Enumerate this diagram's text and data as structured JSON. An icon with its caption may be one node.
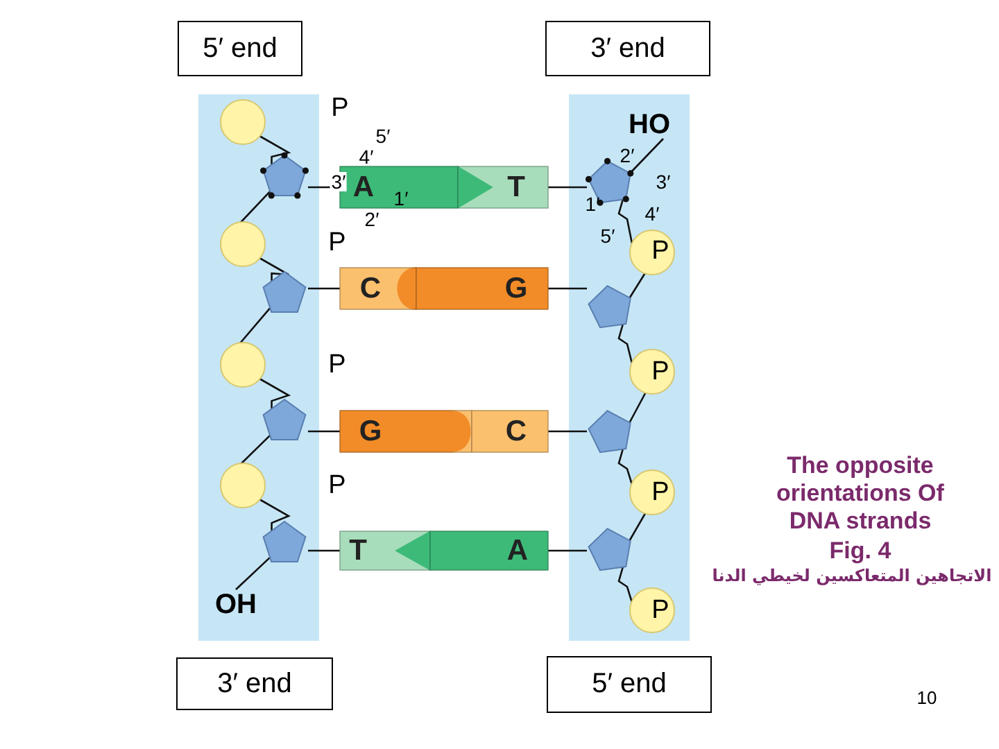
{
  "diagram": {
    "title": "The opposite orientations Of DNA strands",
    "nodes": [
      {
        "text": [
          "5′ end"
        ]
      },
      {
        "text": [
          "3′ end"
        ]
      },
      {
        "text": [
          "A"
        ]
      },
      {
        "text": [
          "T"
        ]
      },
      {
        "text": [
          "C"
        ]
      },
      {
        "text": [
          "G"
        ]
      },
      {
        "text": [
          "G"
        ]
      },
      {
        "text": [
          "C"
        ]
      },
      {
        "text": [
          "T"
        ]
      },
      {
        "text": [
          "A"
        ]
      },
      {
        "text": [
          "3′ end"
        ]
      },
      {
        "text": [
          "5′ end"
        ]
      },
      {
        "text": [],
        "shape": "pentagon"
      },
      {
        "text": [],
        "shape": "pentagon"
      },
      {
        "text": [],
        "shape": "pentagon"
      },
      {
        "text": [],
        "shape": "pentagon"
      },
      {
        "text": [],
        "shape": "pentagon"
      },
      {
        "text": [],
        "shape": "pentagon"
      },
      {
        "text": [],
        "shape": "pentagon"
      },
      {
        "text": [],
        "shape": "pentagon"
      }
    ],
    "edges": [
      {
        "from": 12,
        "to": 2,
        "arrow": "none"
      },
      {
        "from": 3,
        "to": 16,
        "arrow": "none"
      },
      {
        "from": 13,
        "to": 4,
        "arrow": "none"
      },
      {
        "from": 5,
        "to": 17,
        "arrow": "none"
      },
      {
        "from": 14,
        "to": 6,
        "arrow": "none"
      },
      {
        "from": 7,
        "to": 18,
        "arrow": "none"
      },
      {
        "from": 15,
        "to": 8,
        "arrow": "none"
      },
      {
        "from": 9,
        "to": 19,
        "arrow": "none"
      }
    ],
    "labels": [
      "P",
      "HO",
      "5′",
      "4′",
      "2′",
      "3′",
      "3′",
      "1′",
      "1′",
      "2′",
      "4′",
      "P",
      "5′",
      "P",
      "P",
      "P",
      "P",
      "P",
      "OH",
      "P",
      "Fig. 4",
      "الاتجاهين المتعاكسين لخيطي الدنا",
      "10"
    ]
  }
}
